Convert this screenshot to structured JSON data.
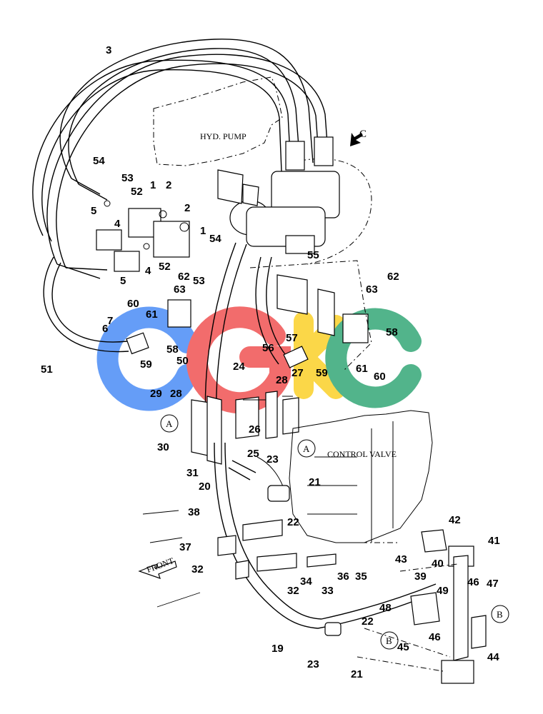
{
  "labels": {
    "hyd_pump": "HYD. PUMP",
    "control_valve": "CONTROL VALVE",
    "front": "FRONT",
    "view_c": "C",
    "callout_a": "A",
    "callout_b": "B"
  },
  "watermark": {
    "text": "CGKC",
    "colors": [
      "#3b82f6",
      "#ef4444",
      "#facc15",
      "#22a06b"
    ]
  },
  "part_numbers": [
    "3",
    "54",
    "53",
    "52",
    "1",
    "2",
    "2",
    "1",
    "5",
    "4",
    "4",
    "5",
    "52",
    "54",
    "53",
    "62",
    "63",
    "60",
    "7",
    "61",
    "6",
    "51",
    "59",
    "58",
    "50",
    "55",
    "62",
    "63",
    "57",
    "58",
    "56",
    "59",
    "61",
    "60",
    "24",
    "27",
    "28",
    "29",
    "28",
    "26",
    "25",
    "30",
    "31",
    "20",
    "23",
    "21",
    "22",
    "38",
    "37",
    "32",
    "32",
    "34",
    "33",
    "36",
    "35",
    "43",
    "42",
    "40",
    "41",
    "39",
    "46",
    "47",
    "49",
    "48",
    "46",
    "45",
    "44",
    "19",
    "22",
    "23",
    "21"
  ]
}
